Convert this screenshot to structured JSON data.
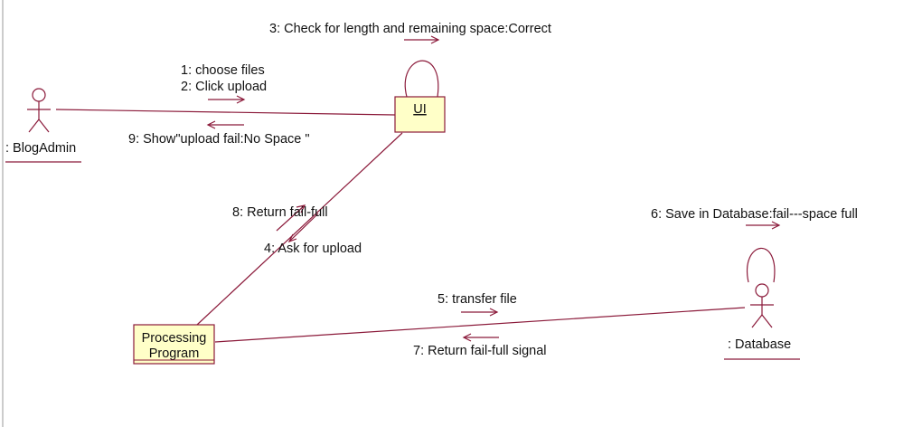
{
  "diagram": {
    "type": "UML collaboration diagram",
    "colors": {
      "line": "#8b1a3a",
      "box_fill": "#ffffc8",
      "text": "#111111",
      "background": "#ffffff"
    },
    "actors": [
      {
        "id": "blogadmin",
        "label": ": BlogAdmin"
      },
      {
        "id": "database",
        "label": ": Database"
      }
    ],
    "objects": [
      {
        "id": "ui",
        "label": "UI"
      },
      {
        "id": "processing",
        "label_line1": "Processing",
        "label_line2": "Program"
      }
    ],
    "messages": {
      "m1": "1: choose files",
      "m2": "2: Click upload",
      "m3": "3: Check for length and remaining space:Correct",
      "m4": "4: Ask for upload",
      "m5": "5: transfer file",
      "m6": "6: Save in Database:fail---space full",
      "m7": "7: Return fail-full signal",
      "m8": "8: Return fail-full",
      "m9": "9: Show\"upload fail:No Space \""
    }
  }
}
